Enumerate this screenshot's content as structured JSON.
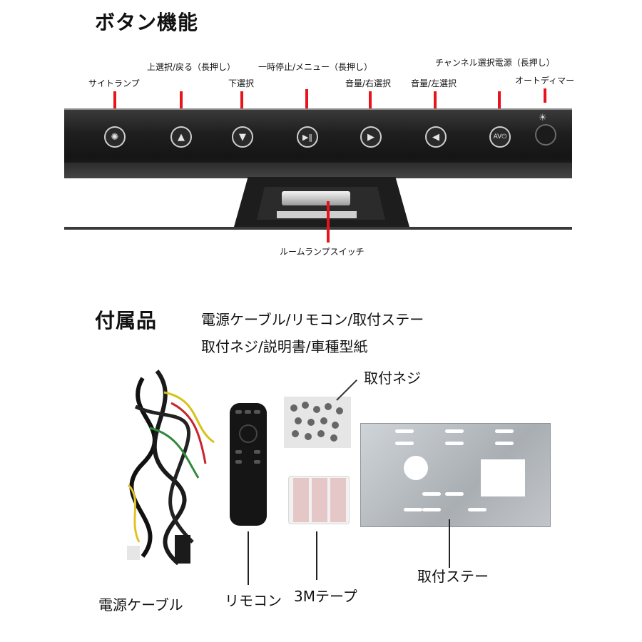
{
  "section1": {
    "title": "ボタン機能",
    "labels": {
      "side_lamp": "サイトランプ",
      "up_back": "上選択/戻る（長押し）",
      "down": "下選択",
      "pause_menu": "一時停止/メニュー（長押し）",
      "vol_right": "音量/右選択",
      "vol_left": "音量/左選択",
      "channel_power": "チャンネル選択電源（長押し）",
      "auto_dimmer": "オートディマー",
      "room_lamp_switch": "ルームランプスイッチ"
    }
  },
  "section2": {
    "title": "付属品",
    "list_line1": "電源ケーブル/リモコン/取付ステー",
    "list_line2": "取付ネジ/説明書/車種型紙",
    "items": {
      "screws": "取付ネジ",
      "cable": "電源ケーブル",
      "remote": "リモコン",
      "tape": "3Mテープ",
      "bracket": "取付ステー"
    }
  },
  "colors": {
    "pointer": "#e8141b",
    "device": "#1e1e1e",
    "plate": "#b6bbc0"
  }
}
